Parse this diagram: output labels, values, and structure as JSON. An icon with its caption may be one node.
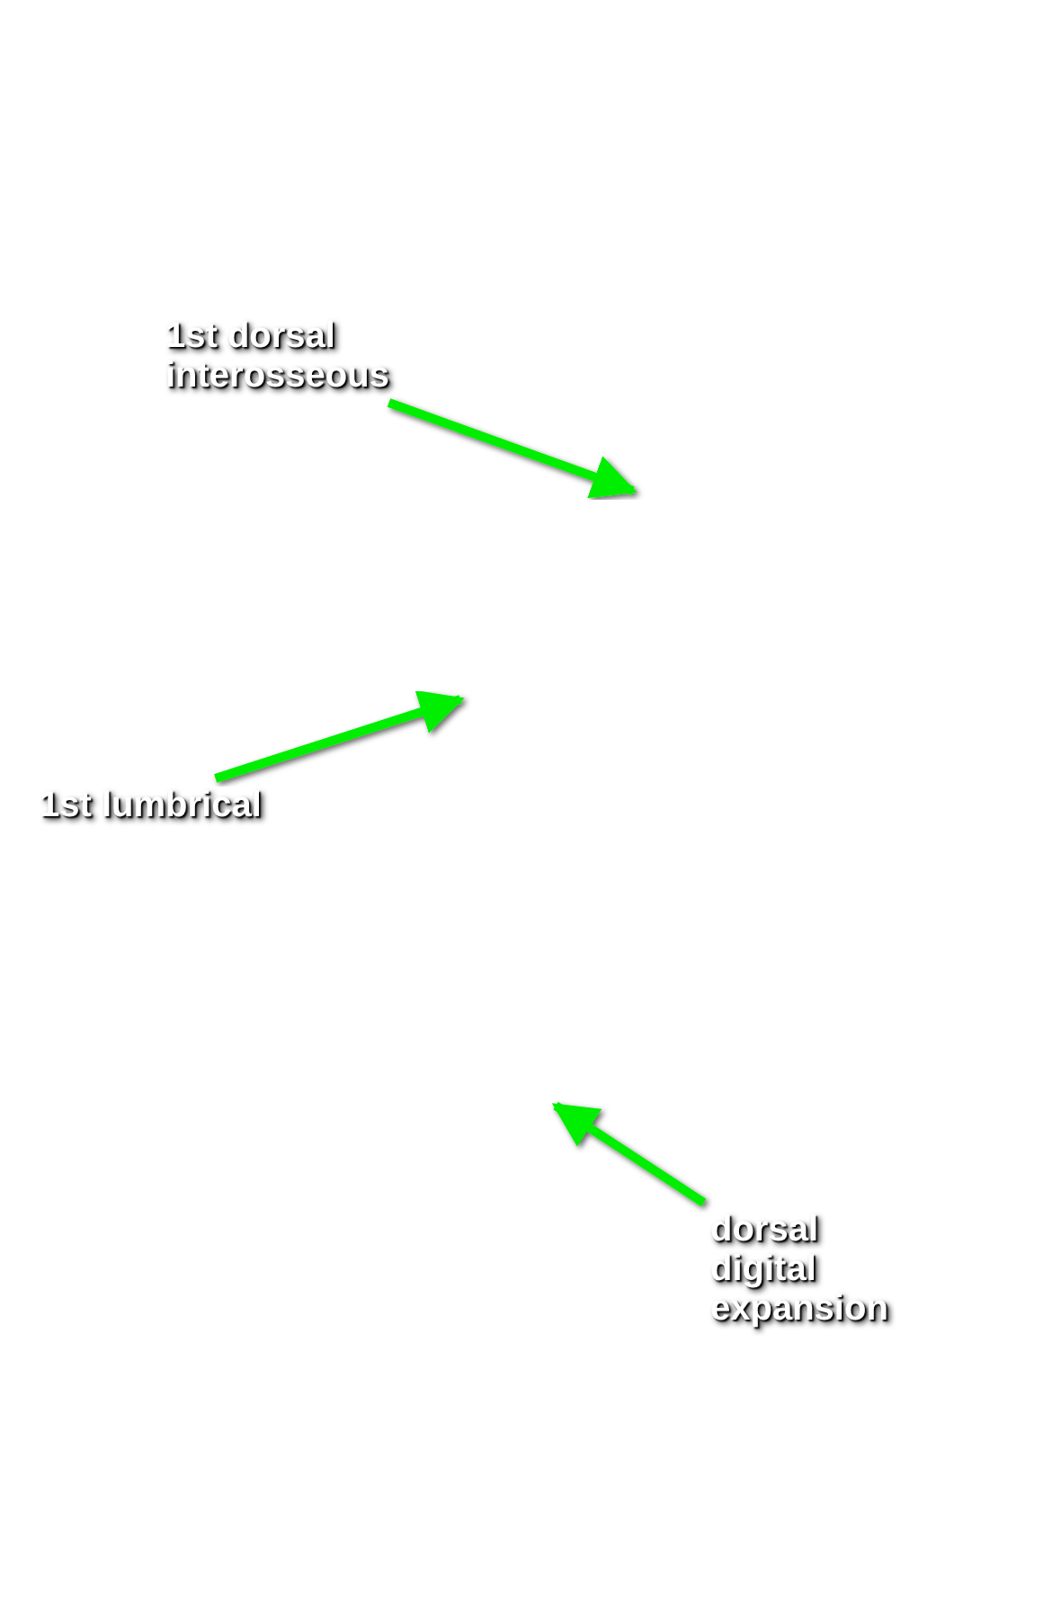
{
  "diagram": {
    "nodes": [
      {
        "text": [
          "1st dorsal interosseous"
        ]
      },
      {
        "text": [
          "1st lumbrical"
        ]
      },
      {
        "text": [
          "dorsal digital expansion"
        ]
      }
    ],
    "edges": [
      {
        "from": 0,
        "to": null,
        "arrow": "to"
      },
      {
        "from": 1,
        "to": null,
        "arrow": "to"
      },
      {
        "from": 2,
        "to": null,
        "arrow": "to"
      }
    ]
  }
}
